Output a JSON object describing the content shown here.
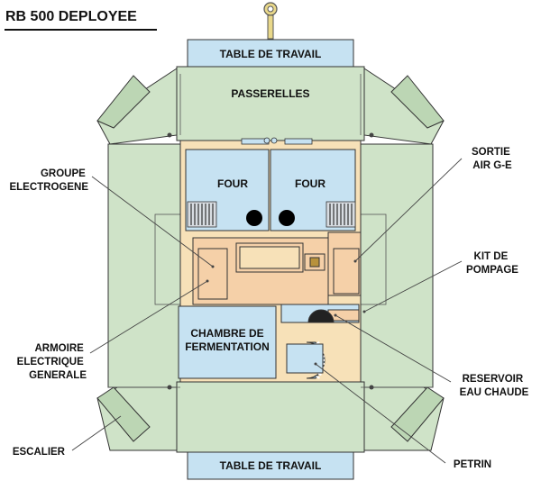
{
  "title": "RB 500 DEPLOYEE",
  "rooms": {
    "table_top": "TABLE DE TRAVAIL",
    "table_bottom": "TABLE DE TRAVAIL",
    "passerelles": "PASSERELLES",
    "four_left": "FOUR",
    "four_right": "FOUR",
    "chambre_line1": "CHAMBRE DE",
    "chambre_line2": "FERMENTATION"
  },
  "callouts": {
    "groupe": [
      "GROUPE",
      "ELECTROGENE"
    ],
    "armoire": [
      "ARMOIRE",
      "ELECTRIQUE",
      "GENERALE"
    ],
    "escalier": [
      "ESCALIER"
    ],
    "sortie": [
      "SORTIE",
      "AIR G-E"
    ],
    "kit": [
      "KIT DE",
      "POMPAGE"
    ],
    "reservoir": [
      "RESERVOIR",
      "EAU CHAUDE"
    ],
    "petrin": [
      "PETRIN"
    ]
  },
  "colors": {
    "deck_green": "#cfe3c8",
    "interior_tan": "#f7e1b8",
    "equipment_peach": "#f5d0a8",
    "room_blue": "#c6e2f2",
    "outline": "#333333"
  }
}
